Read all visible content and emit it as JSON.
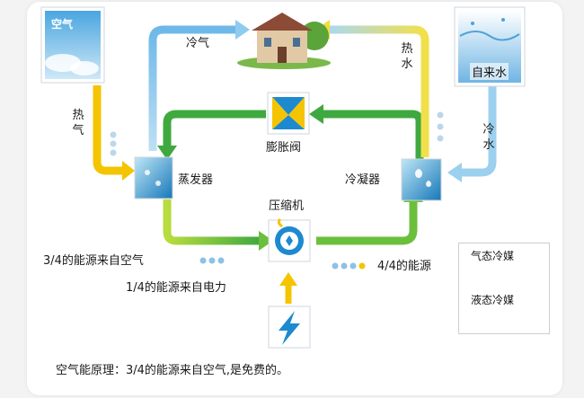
{
  "labels": {
    "cold_air": "冷气",
    "hot_air": "热气",
    "hot_water": "热水",
    "cold_water": "冷水",
    "tap_water": "自来水",
    "expansion_valve": "膨胀阀",
    "evaporator": "蒸发器",
    "condenser": "冷凝器",
    "compressor": "压缩机",
    "from_air": "3/4的能源来自空气",
    "from_electricity": "1/4的能源来自电力",
    "total_energy": "4/4的能源",
    "sky_tag": "空气"
  },
  "legend": {
    "gas": "气态冷媒",
    "liquid": "液态冷媒"
  },
  "footer": "空气能原理：3/4的能源来自空气,是免费的。",
  "colors": {
    "gas_refrigerant": "#7cc142",
    "liquid_refrigerant": "#2e9e3a",
    "air_flow": "#f5c400",
    "cold_flow": "#8ecbf0",
    "hot_flow": "#f1dd3c"
  },
  "icons": {
    "evaporator": "evaporator-icon",
    "condenser": "condenser-icon",
    "compressor": "compressor-icon",
    "valve": "expansion-valve-icon",
    "electricity": "lightning-icon",
    "house": "house-icon",
    "sky": "sky-icon",
    "water": "water-splash-icon"
  }
}
